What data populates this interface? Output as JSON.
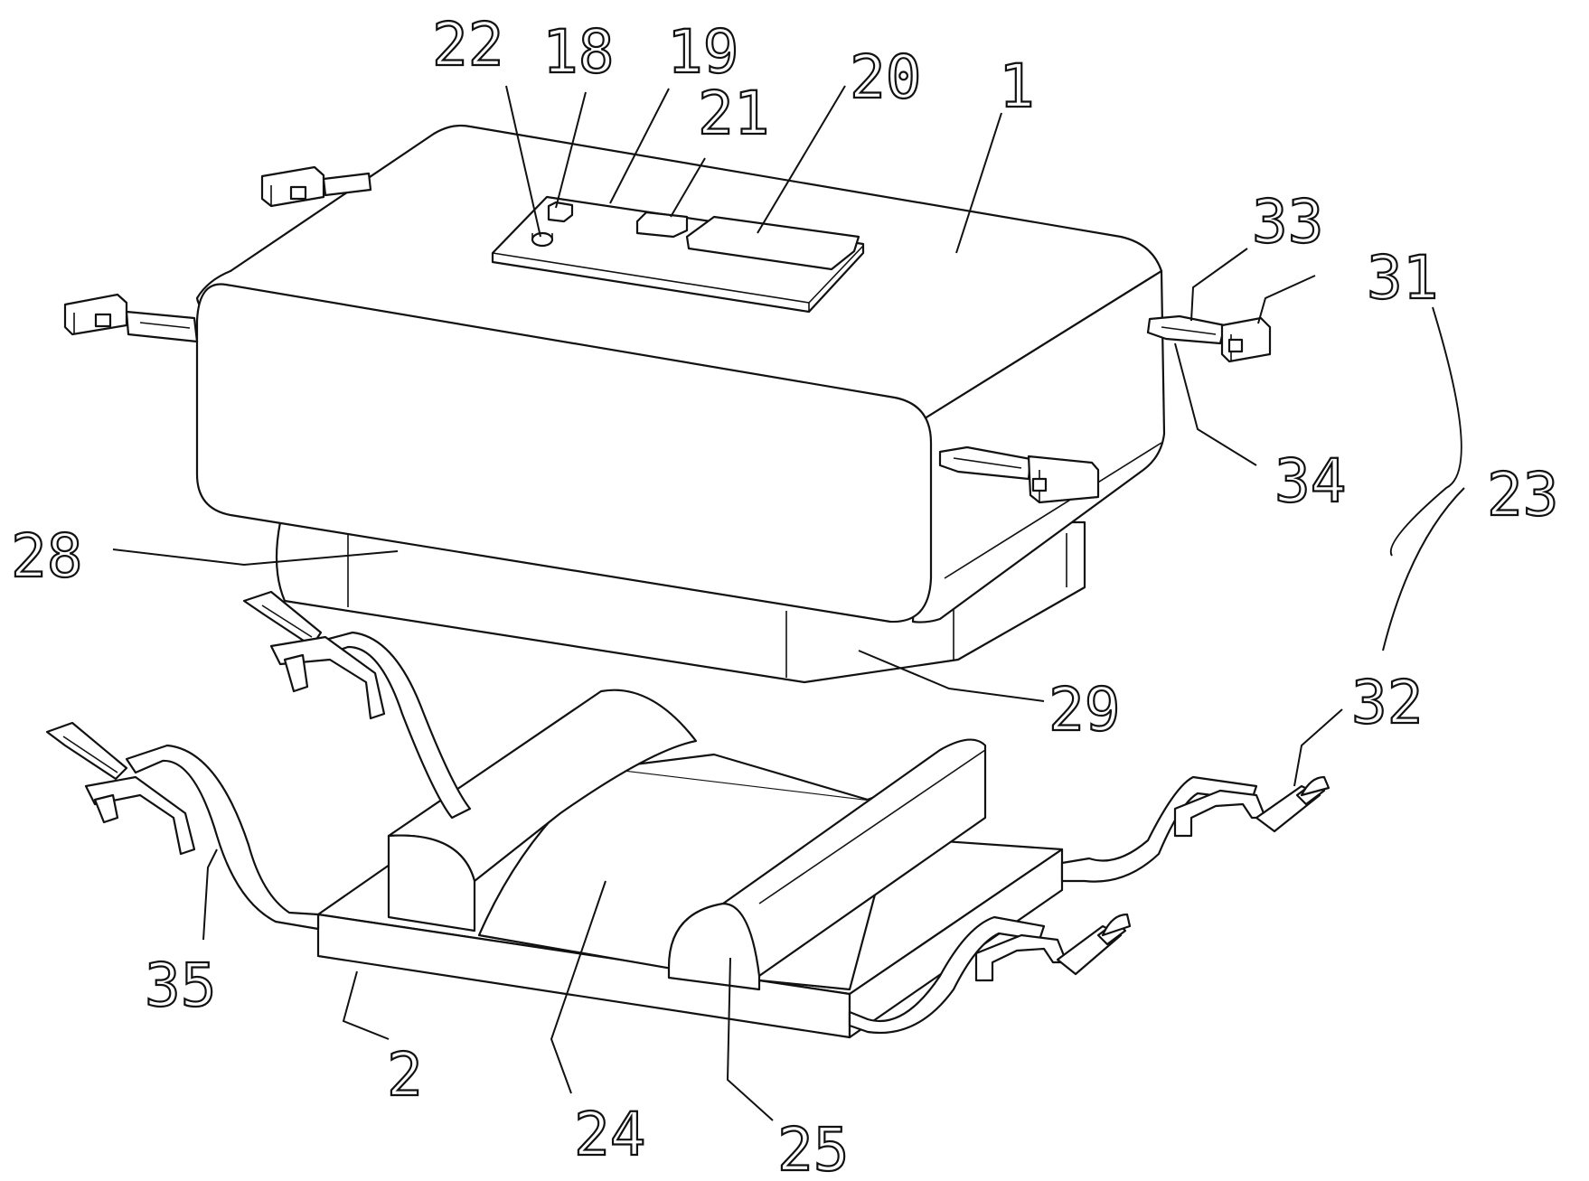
{
  "labels": {
    "l1": "1",
    "l2": "2",
    "l18": "18",
    "l19": "19",
    "l20": "20",
    "l21": "21",
    "l22": "22",
    "l23": "23",
    "l24": "24",
    "l25": "25",
    "l28": "28",
    "l29": "29",
    "l31": "31",
    "l32": "32",
    "l33": "33",
    "l34": "34",
    "l35": "35"
  }
}
